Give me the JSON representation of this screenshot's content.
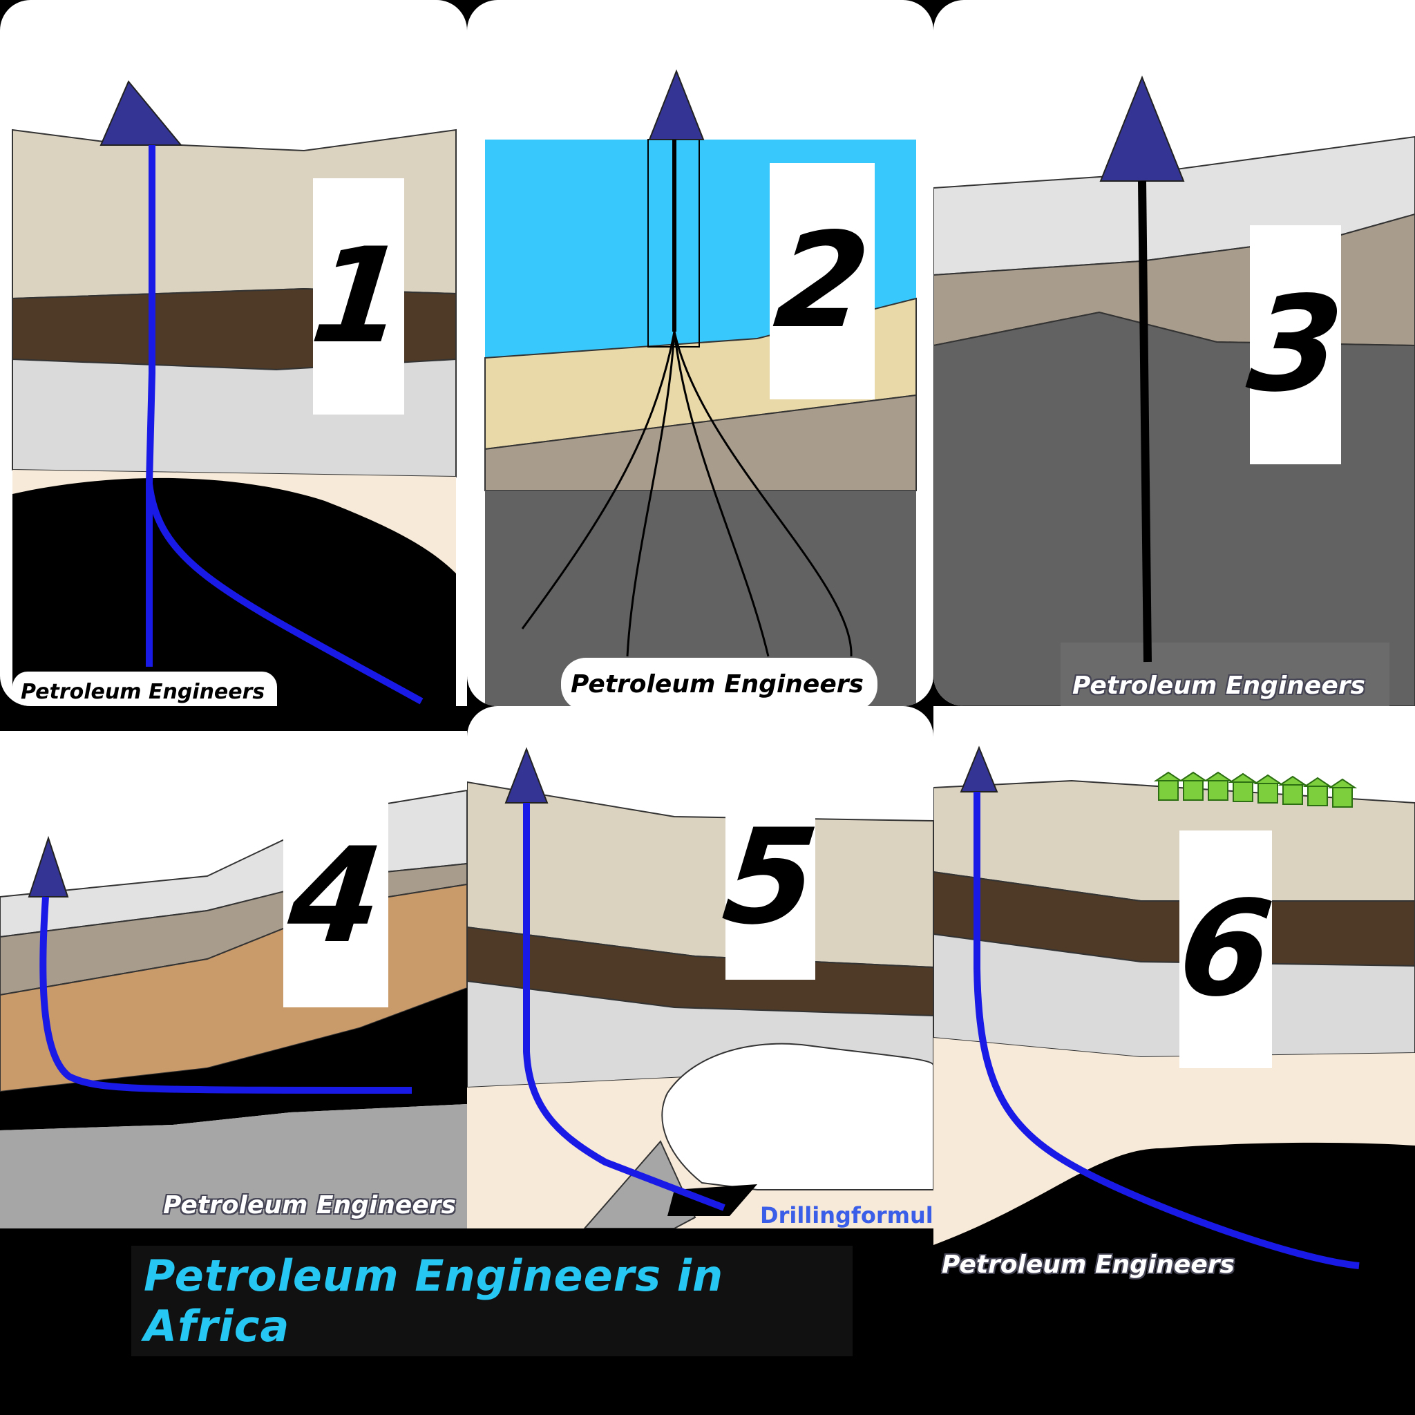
{
  "panels": [
    {
      "number": "1",
      "watermark": "Petroleum Engineers"
    },
    {
      "number": "2",
      "watermark": "Petroleum Engineers"
    },
    {
      "number": "3",
      "watermark": "Petroleum Engineers"
    },
    {
      "number": "4",
      "watermark": "Petroleum Engineers"
    },
    {
      "number": "5",
      "watermark": "Drillingformula"
    },
    {
      "number": "6",
      "watermark": "Petroleum Engineers"
    }
  ],
  "banner": {
    "title": "Petroleum Engineers in Africa"
  },
  "colors": {
    "well_blue": "#1a1ae6",
    "rig_triangle": "#343494",
    "water": "#38c8fb",
    "oil": "#000000",
    "banner_text": "#26c7f2",
    "houses": "#7dcf3e"
  }
}
